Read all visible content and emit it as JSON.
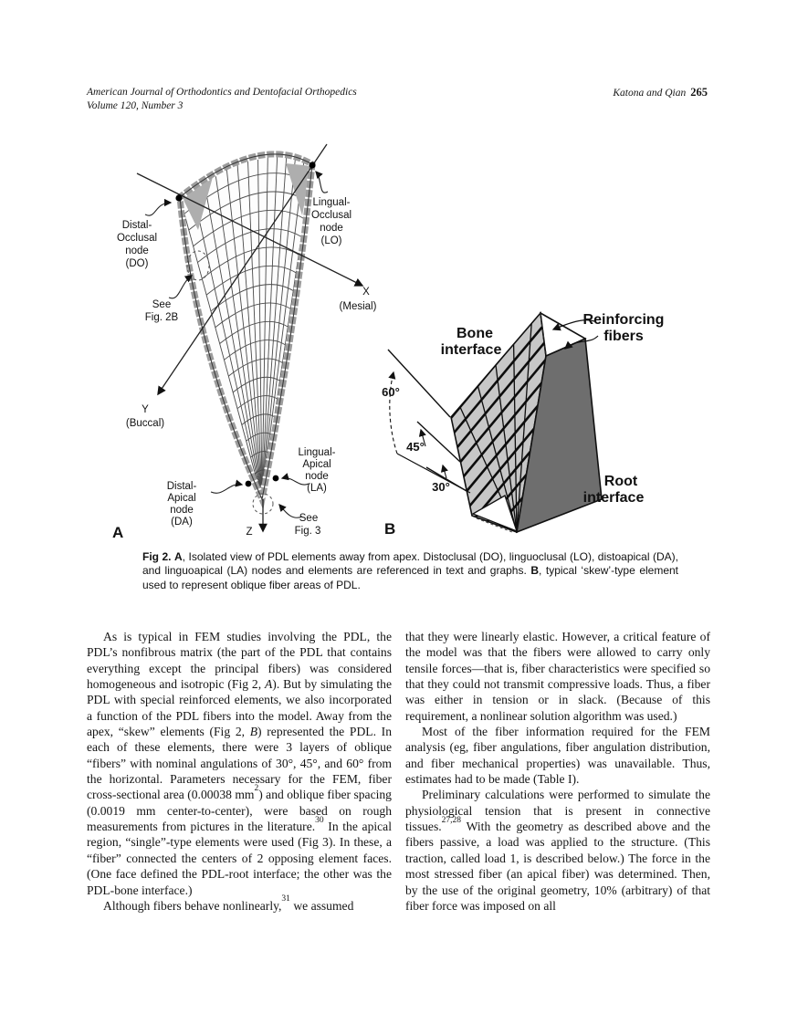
{
  "header": {
    "journal": "American Journal of Orthodontics and Dentofacial Orthopedics",
    "issue": "Volume 120, Number 3",
    "authors": "Katona and Qian",
    "page": "265"
  },
  "figure": {
    "a": {
      "letter": "A",
      "do_node": [
        "Distal-",
        "Occlusal",
        "node",
        "(DO)"
      ],
      "lo_node": [
        "Lingual-",
        "Occlusal",
        "node",
        "(LO)"
      ],
      "da_node": [
        "Distal-",
        "Apical",
        "node",
        "(DA)"
      ],
      "la_node": [
        "Lingual-",
        "Apical",
        "node",
        "(LA)"
      ],
      "see_2b": [
        "See",
        "Fig. 2B"
      ],
      "see_3": [
        "See",
        "Fig. 3"
      ],
      "x_axis": [
        "X",
        "(Mesial)"
      ],
      "y_axis": [
        "Y",
        "(Buccal)"
      ],
      "z_axis": "Z"
    },
    "b": {
      "letter": "B",
      "bone": [
        "Bone",
        "interface"
      ],
      "reinforcing": [
        "Reinforcing",
        "fibers"
      ],
      "root": [
        "Root",
        "interface"
      ],
      "angle_60": "60°",
      "angle_45": "45°",
      "angle_30": "30°"
    }
  },
  "caption": {
    "b1": "Fig 2.",
    "b2": "A",
    "t1": ", Isolated view of PDL elements away from apex. Distoclusal (DO), linguoclusal (LO), distoapical (DA), and linguoapical (LA) nodes and elements are referenced in text and graphs. ",
    "b3": "B",
    "t2": ", typical ‘skew’-type element used to represent oblique fiber areas of PDL."
  },
  "body": {
    "l1": {
      "r0": "As is typical in FEM studies involving the PDL, the PDL’s nonfibrous matrix (the part of the PDL that contains everything except the principal fibers) was considered homogeneous and isotropic (Fig 2, ",
      "it1": "A",
      "r1": "). But by simulating the PDL with special reinforced elements, we also incorporated a function of the PDL fibers into the model. Away from the apex, “skew” elements (Fig 2, ",
      "it2": "B",
      "r2": ") represented the PDL. In each of these elements, there were 3 layers of oblique “fibers” with nominal angulations of 30°, 45°, and 60° from the horizontal. Parameters necessary for the FEM, fiber cross-sectional area (0.00038 mm",
      "sup1": "2",
      "r3": ") and oblique fiber spacing (0.0019 mm center-to-center), were based on rough measurements from pictures in the literature.",
      "sup2": "30",
      "r4": " In the apical region, “single”-type elements were used (Fig 3). In these, a “fiber” connected the centers of 2 opposing element faces. (One face defined the PDL-root interface; the other was the PDL-bone interface.)"
    },
    "l2": {
      "r0": "Although fibers behave nonlinearly,",
      "sup1": "31",
      "r1": " we assumed"
    },
    "r1": {
      "r0": "that they were linearly elastic. However, a critical feature of the model was that the fibers were allowed to carry only tensile forces—that is, fiber characteristics were specified so that they could not transmit compressive loads. Thus, a fiber was either in tension or in slack. (Because of this requirement, a nonlinear solution algorithm was used.)"
    },
    "r2": {
      "r0": "Most of the fiber information required for the FEM analysis (eg, fiber angulations, fiber angulation distribution, and fiber mechanical properties) was unavailable. Thus, estimates had to be made (Table I)."
    },
    "r3": {
      "r0": "Preliminary calculations were performed to simulate the physiological tension that is present in connective tissues.",
      "sup1": "27,28",
      "r1": " With the geometry as described above and the fibers passive, a load was applied to the structure. (This traction, called load 1, is described below.) The force in the most stressed fiber (an apical fiber) was determined. Then, by the use of the original geometry, 10% (arbitrary) of that fiber force was imposed on all"
    }
  },
  "colors": {
    "page_bg": "#ffffff",
    "text": "#141414",
    "bone_face": "#c7c7c7",
    "root_face": "#6e6e6e",
    "edge_band": "#9c9c9c"
  }
}
